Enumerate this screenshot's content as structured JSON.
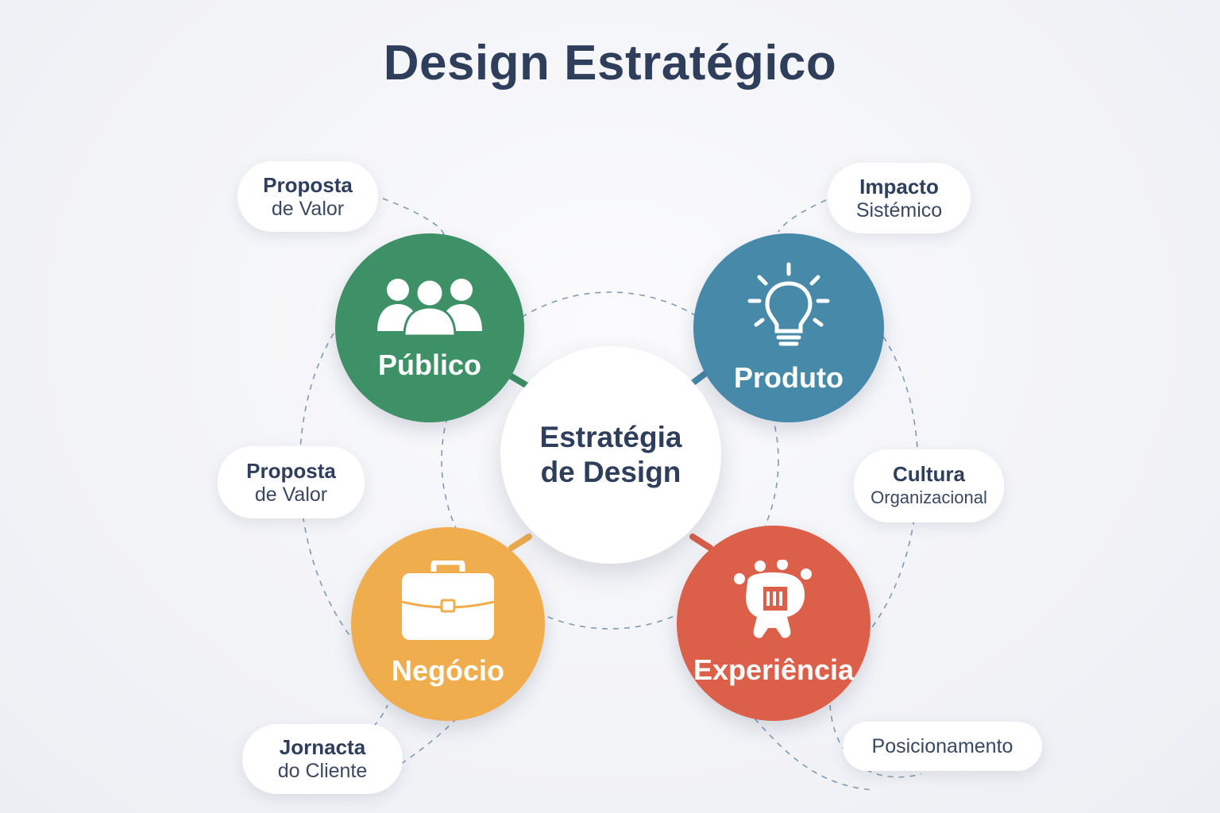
{
  "title": "Design Estratégico",
  "center": {
    "line1": "Estratégia",
    "line2": "de Design"
  },
  "nodes": {
    "publico": {
      "label": "Público",
      "color": "#3e9167",
      "icon": "people-group-icon"
    },
    "produto": {
      "label": "Produto",
      "color": "#4789a8",
      "icon": "lightbulb-icon"
    },
    "negocio": {
      "label": "Negócio",
      "color": "#efad4e",
      "icon": "briefcase-icon"
    },
    "experiencia": {
      "label": "Experiência",
      "color": "#dc6049",
      "icon": "experience-mascot-icon"
    }
  },
  "pills": {
    "proposta_top": {
      "bold": "Proposta",
      "regular": "de Valor"
    },
    "impacto": {
      "bold": "Impacto",
      "regular": "Sistémico"
    },
    "proposta_mid": {
      "bold": "Proposta",
      "regular": "de Valor"
    },
    "cultura": {
      "bold": "Cultura",
      "regular": "Organizacional"
    },
    "jornada": {
      "bold": "Jornacta",
      "regular": "do Cliente"
    },
    "posicionamento": {
      "regular": "Posicionamento"
    }
  },
  "colors": {
    "text_dark": "#2f3e5a",
    "dash": "#7f9bb3"
  }
}
